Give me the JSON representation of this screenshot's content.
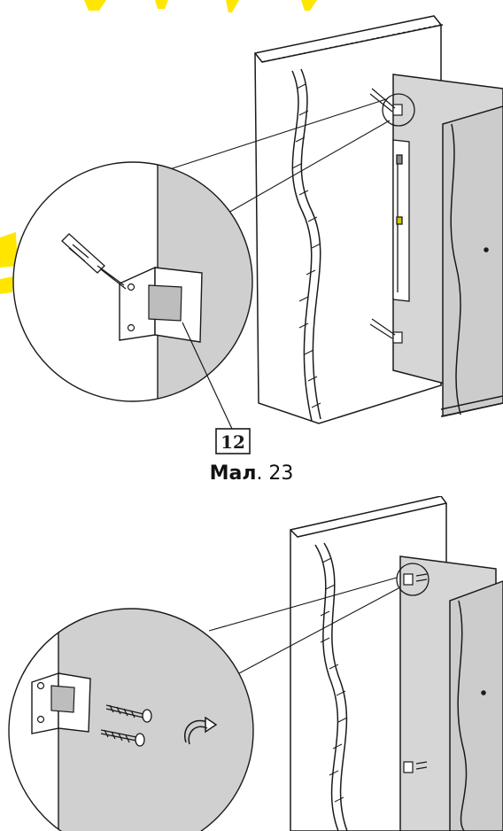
{
  "figures": [
    {
      "caption_prefix": "Мал",
      "caption_number": ". 23",
      "callout_part_number": "12"
    },
    {
      "rotate_icon": "clockwise-arrow-icon"
    }
  ],
  "colors": {
    "line": "#1a1a1a",
    "panel_fill": "#d6d6d6",
    "watermark": "#ffe600"
  }
}
